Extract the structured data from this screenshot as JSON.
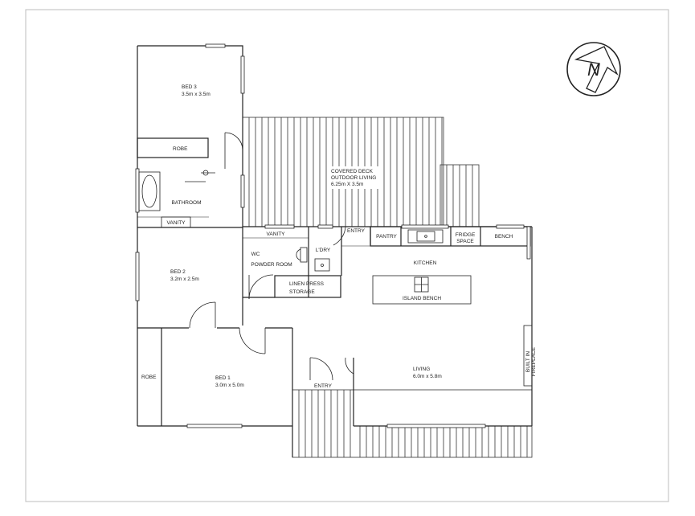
{
  "rooms": {
    "bed3": {
      "name": "BED 3",
      "size": "3.5m x 3.5m"
    },
    "robe_upper": "ROBE",
    "bathroom": "BATHROOM",
    "vanity_bath": "VANITY",
    "bed2": {
      "name": "BED 2",
      "size": "3.2m x 2.5m"
    },
    "robe_lower": "ROBE",
    "bed1": {
      "name": "BED 1",
      "size": "3.0m x 5.0m"
    },
    "deck": {
      "line1": "COVERED DECK",
      "line2": "OUTDOOR LIVING",
      "size": "6.25m X 3.5m"
    },
    "vanity_wc": "VANITY",
    "wc": "WC",
    "powder_room": "POWDER ROOM",
    "ldry": "L'DRY",
    "linen_press": "LINEN PRESS",
    "storage": "STORAGE",
    "entry_top": "ENTRY",
    "pantry": "PANTRY",
    "fridge": "FRIDGE",
    "fridge_space": "SPACE",
    "bench": "BENCH",
    "kitchen": "KITCHEN",
    "island_bench": "ISLAND BENCH",
    "living": {
      "name": "LIVING",
      "size": "6.0m x 5.8m"
    },
    "fireplace_line1": "BUILT IN",
    "fireplace_line2": "FIREPLACE",
    "entry_bottom": "ENTRY"
  },
  "compass": {
    "letter": "N",
    "icon": "north-arrow-icon"
  }
}
